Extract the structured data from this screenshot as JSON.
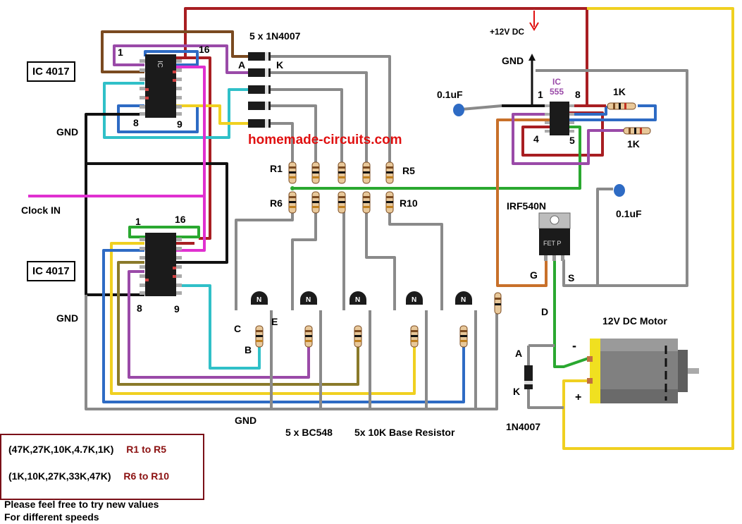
{
  "labels": {
    "diodes": "5 x 1N4007",
    "diode_a": "A",
    "diode_k": "K",
    "ic_top": "IC 4017",
    "ic_bottom": "IC 4017",
    "pin1_top": "1",
    "pin16_top": "16",
    "pin8_top": "8",
    "pin9_top": "9",
    "pin1_bottom": "1",
    "pin16_bottom": "16",
    "pin8_bottom": "8",
    "pin9_bottom": "9",
    "gnd_left_top": "GND",
    "gnd_left_bottom": "GND",
    "gnd_bottom": "GND",
    "gnd_top": "GND",
    "clock": "Clock IN",
    "supply": "+12V DC",
    "ic555_title": "IC",
    "ic555_num": "555",
    "ic555_pin1": "1",
    "ic555_pin8": "8",
    "ic555_pin4": "4",
    "ic555_pin5": "5",
    "cap1": "0.1uF",
    "cap2": "0.1uF",
    "res1k_a": "1K",
    "res1k_b": "1K",
    "r1": "R1",
    "r5": "R5",
    "r6": "R6",
    "r10": "R10",
    "mosfet": "IRF540N",
    "mosfet_g": "G",
    "mosfet_s": "S",
    "mosfet_d": "D",
    "fet_mark": "FET P",
    "motor": "12V DC Motor",
    "motor_minus": "-",
    "motor_plus": "+",
    "diode2_a": "A",
    "diode2_k": "K",
    "diode2": "1N4007",
    "transistors": "5 x BC548",
    "base_res": "5x 10K Base Resistor",
    "tr_c": "C",
    "tr_b": "B",
    "tr_e": "E",
    "tr_n": "N",
    "ic_mark": "IC",
    "website": "homemade-circuits.com"
  },
  "notes": {
    "row1_values": "(47K,27K,10K,4.7K,1K)",
    "row1_range": "R1 to R5",
    "row2_values": "(1K,10K,27K,33K,47K)",
    "row2_range": "R6 to R10",
    "footer1": "Please feel free to try new values",
    "footer2": "For different speeds"
  },
  "colors": {
    "red": "#a81e22",
    "yellow": "#f0d020",
    "green": "#2aa830",
    "cyan": "#30c0c8",
    "blue": "#2e6bc4",
    "magenta": "#e030d0",
    "purple": "#9a4aa8",
    "brown": "#7a4a20",
    "olive": "#8a7a2a",
    "gray": "#8a8a8a",
    "black": "#111111",
    "orange": "#c8702a"
  }
}
